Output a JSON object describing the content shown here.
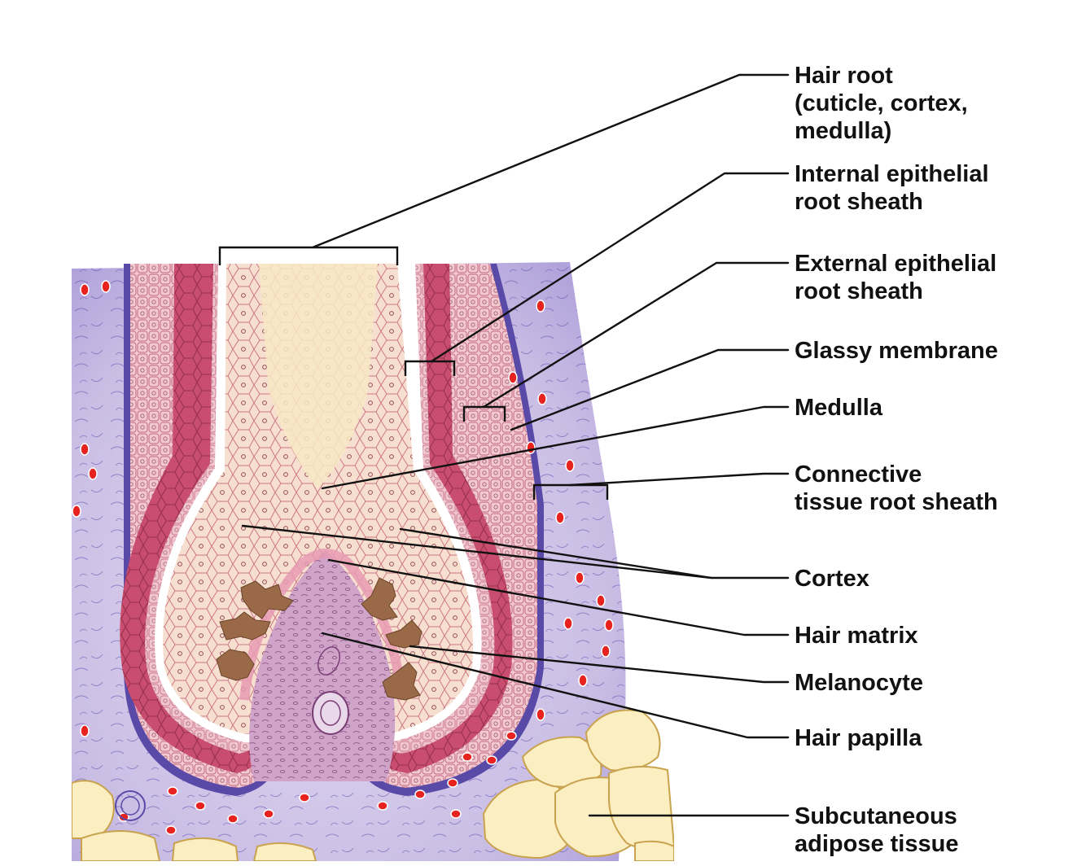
{
  "labels": {
    "hair_root": [
      "Hair root",
      "(cuticle, cortex,",
      "medulla)"
    ],
    "internal_sheath": [
      "Internal epithelial",
      "root sheath"
    ],
    "external_sheath": [
      "External epithelial",
      "root sheath"
    ],
    "glassy_membrane": [
      "Glassy membrane"
    ],
    "medulla": [
      "Medulla"
    ],
    "connective_sheath": [
      "Connective",
      "tissue root sheath"
    ],
    "cortex": [
      "Cortex"
    ],
    "hair_matrix": [
      "Hair matrix"
    ],
    "melanocyte": [
      "Melanocyte"
    ],
    "hair_papilla": [
      "Hair papilla"
    ],
    "subcutaneous": [
      "Subcutaneous",
      "adipose tissue"
    ]
  },
  "colors": {
    "connective": "#c9bde4",
    "connective_dark": "#a898d6",
    "glassy": "#5a4aa8",
    "outer_sheath": "#f2c9d1",
    "inner_sheath": "#c94d6e",
    "hair_cells": "#f6dfcf",
    "medulla": "#f8e9c4",
    "papilla": "#cfa4c8",
    "melanocyte": "#9a6a48",
    "adipose": "#fbefc2",
    "adipose_edge": "#c9a24e",
    "nucleus": "#e8231f"
  }
}
